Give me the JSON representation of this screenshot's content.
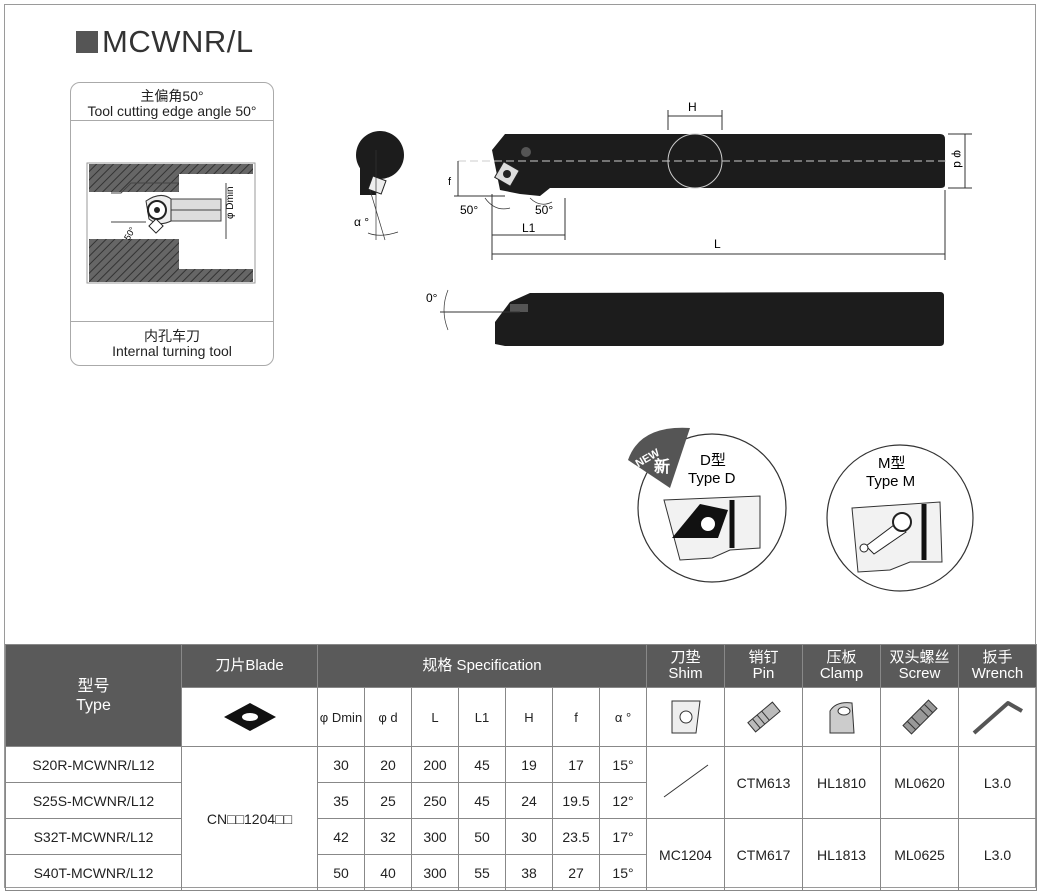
{
  "title": "MCWNR/L",
  "card": {
    "title_cn": "主偏角50°",
    "title_en": "Tool cutting edge angle 50°",
    "footer_cn": "内孔车刀",
    "footer_en": "Internal turning tool",
    "dmin_label": "φ Dmin",
    "angle_label": "50°"
  },
  "drawing": {
    "H": "H",
    "phi_d": "φ d",
    "f": "f",
    "angle_left": "50°",
    "angle_right": "50°",
    "L1": "L1",
    "L": "L",
    "alpha": "α °",
    "zero_deg": "0°"
  },
  "types": {
    "new_badge": "NEW",
    "new_cn": "新",
    "d_cn": "D型",
    "d_en": "Type D",
    "m_cn": "M型",
    "m_en": "Type M"
  },
  "table": {
    "type_cn": "型号",
    "type_en": "Type",
    "blade_label": "刀片Blade",
    "spec_label": "规格 Specification",
    "shim_cn": "刀垫",
    "shim_en": "Shim",
    "pin_cn": "销钉",
    "pin_en": "Pin",
    "clamp_cn": "压板",
    "clamp_en": "Clamp",
    "screw_cn": "双头螺丝",
    "screw_en": "Screw",
    "wrench_cn": "扳手",
    "wrench_en": "Wrench",
    "sub_headers": [
      "φ Dmin",
      "φ d",
      "L",
      "L1",
      "H",
      "f",
      "α °"
    ],
    "blade_code": "CN□□1204□□",
    "rows": [
      {
        "type": "S20R-MCWNR/L12",
        "dmin": "30",
        "d": "20",
        "L": "200",
        "L1": "45",
        "H": "19",
        "f": "17",
        "a": "15°"
      },
      {
        "type": "S25S-MCWNR/L12",
        "dmin": "35",
        "d": "25",
        "L": "250",
        "L1": "45",
        "H": "24",
        "f": "19.5",
        "a": "12°"
      },
      {
        "type": "S32T-MCWNR/L12",
        "dmin": "42",
        "d": "32",
        "L": "300",
        "L1": "50",
        "H": "30",
        "f": "23.5",
        "a": "17°"
      },
      {
        "type": "S40T-MCWNR/L12",
        "dmin": "50",
        "d": "40",
        "L": "300",
        "L1": "55",
        "H": "38",
        "f": "27",
        "a": "15°"
      }
    ],
    "group1": {
      "shim": "",
      "pin": "CTM613",
      "clamp": "HL1810",
      "screw": "ML0620",
      "wrench": "L3.0"
    },
    "group2": {
      "shim": "MC1204",
      "pin": "CTM617",
      "clamp": "HL1813",
      "screw": "ML0625",
      "wrench": "L3.0"
    }
  }
}
